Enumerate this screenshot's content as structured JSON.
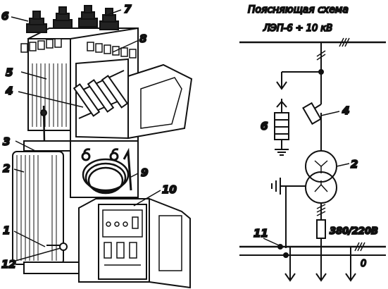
{
  "schematic": {
    "title": "Поясняющая схема",
    "line_label": "ЛЭП-6 ÷ 10 кВ",
    "voltage_label": "380/220В",
    "neutral_label": "0"
  },
  "callouts": {
    "c1": "1",
    "c2": "2",
    "c3": "3",
    "c4": "4",
    "c5": "5",
    "c6": "6",
    "c7": "7",
    "c8": "8",
    "c9": "9",
    "c10": "10",
    "c12": "12",
    "s2": "2",
    "s4": "4",
    "s6": "6",
    "s11": "11"
  },
  "colors": {
    "ink": "#111111",
    "paper": "#ffffff"
  }
}
